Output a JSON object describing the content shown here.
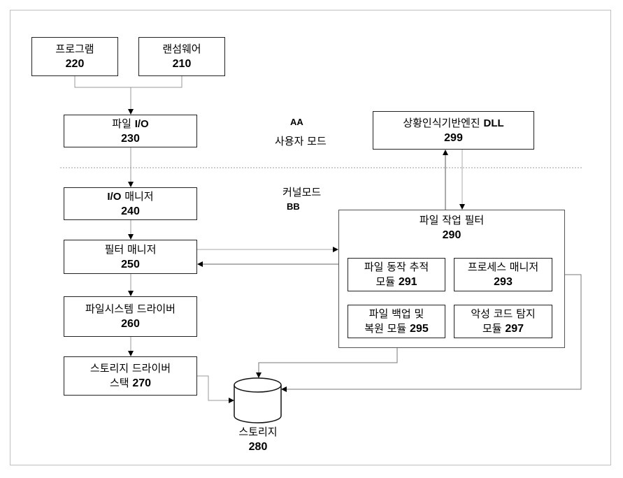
{
  "zones": {
    "user_mode": {
      "code": "AA",
      "label": "사용자 모드"
    },
    "kernel_mode": {
      "code": "BB",
      "label": "커널모드"
    }
  },
  "nodes": {
    "program": {
      "label": "프로그램",
      "num": "220"
    },
    "ransomware": {
      "label": "랜섬웨어",
      "num": "210"
    },
    "file_io": {
      "label_ko": "파일",
      "label_en": "I/O",
      "num": "230"
    },
    "io_manager": {
      "label_en": "I/O",
      "label_ko": "매니저",
      "num": "240"
    },
    "filter_manager": {
      "label": "필터 매니저",
      "num": "250"
    },
    "fs_driver": {
      "label": "파일시스템 드라이버",
      "num": "260"
    },
    "storage_stack": {
      "label": "스토리지 드라이버",
      "label2": "스택",
      "num": "270"
    },
    "storage": {
      "label": "스토리지",
      "num": "280"
    },
    "engine_dll": {
      "label_ko": "상황인식기반엔진",
      "label_en": "DLL",
      "num": "299"
    },
    "file_op_filter": {
      "label": "파일 작업 필터",
      "num": "290"
    },
    "tracking_module": {
      "label": "파일 동작 추적",
      "label2": "모듈",
      "num": "291"
    },
    "process_manager": {
      "label": "프로세스 매니저",
      "num": "293"
    },
    "backup_module": {
      "label": "파일 백업 및",
      "label2": "복원 모듈",
      "num": "295"
    },
    "malware_module": {
      "label": "악성 코드 탐지",
      "label2": "모듈",
      "num": "297"
    }
  }
}
